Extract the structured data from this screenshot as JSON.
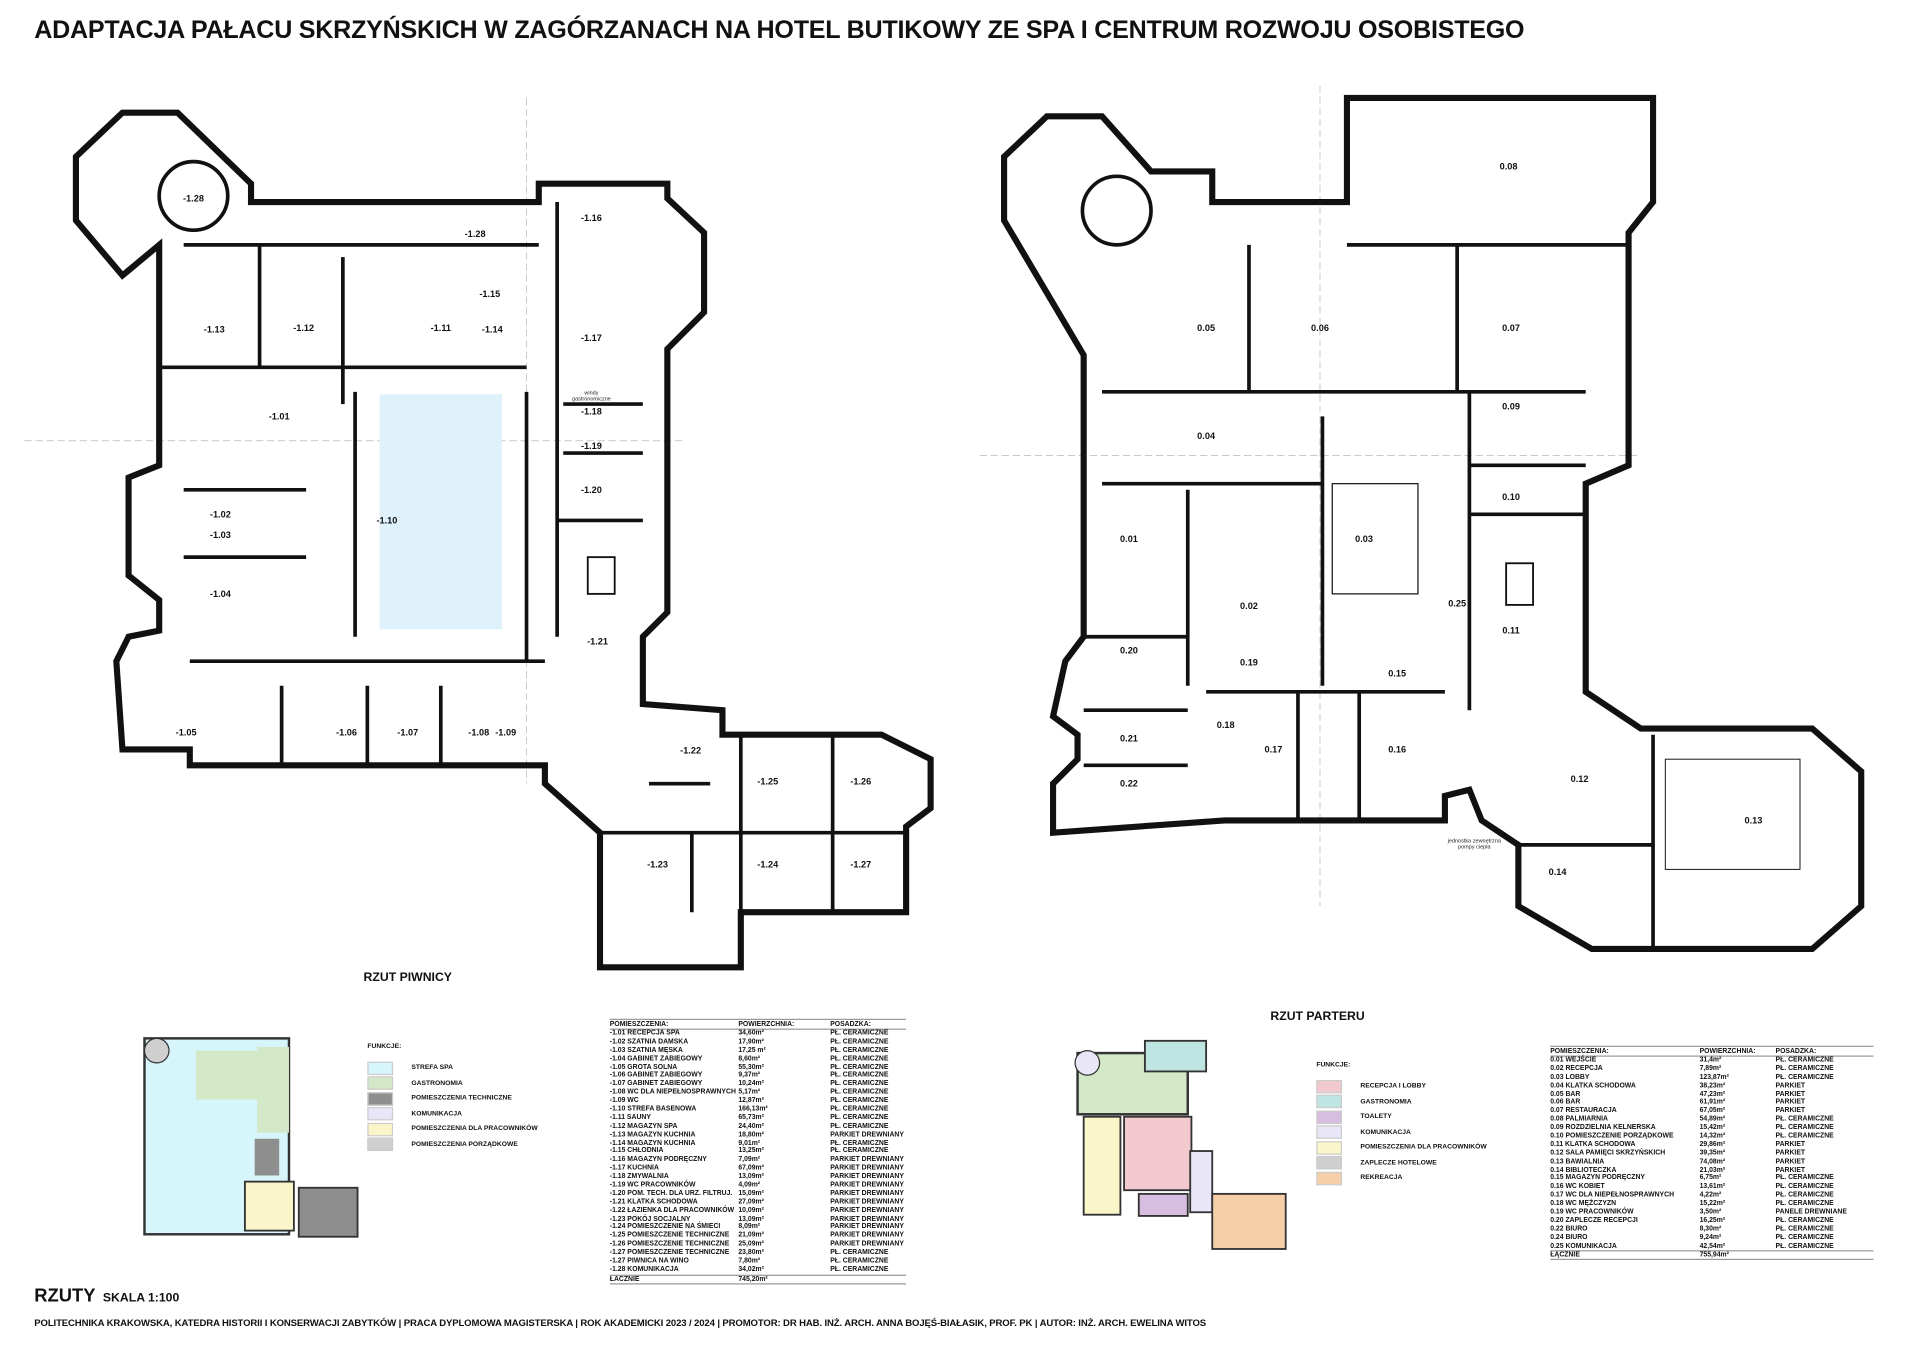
{
  "title": "ADAPTACJA PAŁACU SKRZYŃSKICH W ZAGÓRZANACH NA HOTEL BUTIKOWY ZE SPA I CENTRUM ROZWOJU OSOBISTEGO",
  "basement": {
    "plan_title": "RZUT PIWNICY",
    "rooms": [
      "-1.28",
      "-1.28",
      "-1.16",
      "-1.15",
      "-1.13",
      "-1.12",
      "-1.11",
      "-1.14",
      "-1.17",
      "-1.01",
      "-1.18",
      "-1.19",
      "-1.02",
      "-1.20",
      "-1.03",
      "-1.10",
      "-1.04",
      "-1.21",
      "-1.05",
      "-1.06",
      "-1.07",
      "-1.08",
      "-1.09",
      "-1.22",
      "-1.25",
      "-1.26",
      "-1.23",
      "-1.24",
      "-1.27"
    ],
    "note": "windy gastronomiczne",
    "legend": {
      "heading": "FUNKCJE:",
      "items": [
        {
          "label": "STREFA SPA",
          "color": "#d6f6fb"
        },
        {
          "label": "GASTRONOMIA",
          "color": "#d3e8c6"
        },
        {
          "label": "POMIESZCZENIA TECHNICZNE",
          "color": "#8e8e8e"
        },
        {
          "label": "KOMUNIKACJA",
          "color": "#e8e6f7"
        },
        {
          "label": "POMIESZCZENIA DLA PRACOWNIKÓW",
          "color": "#fbf6c9"
        },
        {
          "label": "POMIESZCZENIA PORZĄDKOWE",
          "color": "#cfcfcf"
        }
      ]
    },
    "table": {
      "headers": [
        "POMIESZCZENIA:",
        "POWIERZCHNIA:",
        "POSADZKA:"
      ],
      "rows": [
        [
          "-1.01 RECEPCJA SPA",
          "34,60m²",
          "PŁ. CERAMICZNE"
        ],
        [
          "-1.02 SZATNIA DAMSKA",
          "17,90m²",
          "PŁ. CERAMICZNE"
        ],
        [
          "-1.03 SZATNIA MĘSKA",
          "17,25 m²",
          "PŁ. CERAMICZNE"
        ],
        [
          "-1.04 GABINET ZABIEGOWY",
          "8,60m²",
          "PŁ. CERAMICZNE"
        ],
        [
          "-1.05 GROTA SOLNA",
          "55,30m²",
          "PŁ. CERAMICZNE"
        ],
        [
          "-1.06 GABINET ZABIEGOWY",
          "9,37m²",
          "PŁ. CERAMICZNE"
        ],
        [
          "-1.07 GABINET ZABIEGOWY",
          "10,24m²",
          "PŁ. CERAMICZNE"
        ],
        [
          "-1.08 WC DLA NIEPEŁNOSPRAWNYCH",
          "5,17m²",
          "PŁ. CERAMICZNE"
        ],
        [
          "-1.09 WC",
          "12,87m²",
          "PŁ. CERAMICZNE"
        ],
        [
          "-1.10 STREFA BASENOWA",
          "166,13m²",
          "PŁ. CERAMICZNE"
        ],
        [
          "-1.11 SAUNY",
          "65,73m²",
          "PŁ. CERAMICZNE"
        ],
        [
          "-1.12 MAGAZYN SPA",
          "24,40m²",
          "PŁ. CERAMICZNE"
        ],
        [
          "-1.13 MAGAZYN KUCHNIA",
          "18,80m²",
          "PARKIET DREWNIANY"
        ],
        [
          "-1.14 MAGAZYN KUCHNIA",
          "9,01m²",
          "PŁ. CERAMICZNE"
        ],
        [
          "-1.15 CHŁODNIA",
          "13,25m²",
          "PŁ. CERAMICZNE"
        ],
        [
          "-1.16 MAGAZYN PODRĘCZNY",
          "7,09m²",
          "PARKIET DREWNIANY"
        ],
        [
          "-1.17 KUCHNIA",
          "67,09m²",
          "PARKIET DREWNIANY"
        ],
        [
          "-1.18 ZMYWALNIA",
          "13,09m²",
          "PARKIET DREWNIANY"
        ],
        [
          "-1.19 WC PRACOWNIKÓW",
          "4,09m²",
          "PARKIET DREWNIANY"
        ],
        [
          "-1.20 POM. TECH. DLA URZ. FILTRUJ.",
          "15,09m²",
          "PARKIET DREWNIANY"
        ],
        [
          "-1.21 KLATKA SCHODOWA",
          "27,09m²",
          "PARKIET DREWNIANY"
        ],
        [
          "-1.22 ŁAZIENKA DLA PRACOWNIKÓW",
          "10,09m²",
          "PARKIET DREWNIANY"
        ],
        [
          "-1.23 POKÓJ SOCJALNY",
          "13,09m²",
          "PARKIET DREWNIANY"
        ],
        [
          "-1.24 POMIESZCZENIE NA ŚMIECI",
          "8,09m²",
          "PARKIET DREWNIANY"
        ],
        [
          "-1.25 POMIESZCZENIE TECHNICZNE",
          "21,09m²",
          "PARKIET DREWNIANY"
        ],
        [
          "-1.26 POMIESZCZENIE TECHNICZNE",
          "25,09m²",
          "PARKIET DREWNIANY"
        ],
        [
          "-1.27 POMIESZCZENIE TECHNICZNE",
          "23,80m²",
          "PŁ. CERAMICZNE"
        ],
        [
          "-1.27 PIWNICA NA WINO",
          "7,80m²",
          "PŁ. CERAMICZNE"
        ],
        [
          "-1.28 KOMUNIKACJA",
          "34,02m²",
          "PŁ. CERAMICZNE"
        ]
      ],
      "total": [
        "ŁACZNIE",
        "745,20m²"
      ]
    }
  },
  "ground": {
    "plan_title": "RZUT PARTERU",
    "rooms": [
      "0.08",
      "0.05",
      "0.06",
      "0.07",
      "0.09",
      "0.04",
      "0.10",
      "0.01",
      "0.03",
      "0.02",
      "0.25",
      "0.11",
      "0.20",
      "0.19",
      "0.15",
      "0.18",
      "0.17",
      "0.16",
      "0.21",
      "0.22",
      "0.12",
      "0.13",
      "0.14"
    ],
    "note": "jednostka zewnętrzna pompy ciepła",
    "legend": {
      "heading": "FUNKCJE:",
      "items": [
        {
          "label": "RECEPCJA I LOBBY",
          "color": "#f2c9cf"
        },
        {
          "label": "GASTRONOMIA",
          "color": "#bfe5e3"
        },
        {
          "label": "TOALETY",
          "color": "#d7bde0"
        },
        {
          "label": "KOMUNIKACJA",
          "color": "#e8e6f7"
        },
        {
          "label": "POMIESZCZENIA DLA PRACOWNIKÓW",
          "color": "#fbf6c9"
        },
        {
          "label": "ZAPLECZE HOTELOWE",
          "color": "#cfcfcf"
        },
        {
          "label": "REKREACJA",
          "color": "#f5cfa8"
        }
      ]
    },
    "table": {
      "headers": [
        "POMIESZCZENIA:",
        "POWIERZCHNIA:",
        "POSADZKA:"
      ],
      "rows": [
        [
          "0.01 WEJŚCIE",
          "31,4m²",
          "PŁ. CERAMICZNE"
        ],
        [
          "0.02 RECEPCJA",
          "7,89m²",
          "PŁ. CERAMICZNE"
        ],
        [
          "0.03 LOBBY",
          "123,87m²",
          "PŁ. CERAMICZNE"
        ],
        [
          "0.04 KLATKA SCHODOWA",
          "38,23m²",
          "PARKIET"
        ],
        [
          "0.05 BAR",
          "47,23m²",
          "PARKIET"
        ],
        [
          "0.06 BAR",
          "61,91m²",
          "PARKIET"
        ],
        [
          "0.07 RESTAURACJA",
          "67,05m²",
          "PARKIET"
        ],
        [
          "0.08 PALMIARNIA",
          "54,89m²",
          "PŁ. CERAMICZNE"
        ],
        [
          "0.09 ROZDZIELNIA KELNERSKA",
          "15,42m²",
          "PŁ. CERAMICZNE"
        ],
        [
          "0.10 POMIESZCZENIE PORZĄDKOWE",
          "14,32m²",
          "PŁ. CERAMICZNE"
        ],
        [
          "0.11 KLATKA SCHODOWA",
          "29,86m²",
          "PARKIET"
        ],
        [
          "0.12 SALA PAMIĘCI SKRZYŃSKICH",
          "39,35m²",
          "PARKIET"
        ],
        [
          "0.13 BAWIALNIA",
          "74,08m²",
          "PARKIET"
        ],
        [
          "0.14 BIBLIOTECZKA",
          "21,03m²",
          "PARKIET"
        ],
        [
          "0.15 MAGAZYN PODRĘCZNY",
          "6,75m²",
          "PŁ. CERAMICZNE"
        ],
        [
          "0.16 WC KOBIET",
          "13,61m²",
          "PŁ. CERAMICZNE"
        ],
        [
          "0.17 WC DLA NIEPEŁNOSPRAWNYCH",
          "4,22m²",
          "PŁ. CERAMICZNE"
        ],
        [
          "0.18 WC MĘŻCZYZN",
          "15,22m²",
          "PŁ. CERAMICZNE"
        ],
        [
          "0.19 WC PRACOWNIKÓW",
          "3,50m²",
          "PANELE DREWNIANE"
        ],
        [
          "0.20 ZAPLECZE RECEPCJI",
          "16,25m²",
          "PŁ. CERAMICZNE"
        ],
        [
          "0.22 BIURO",
          "8,30m²",
          "PŁ. CERAMICZNE"
        ],
        [
          "0.24 BIURO",
          "9,24m²",
          "PŁ. CERAMICZNE"
        ],
        [
          "0.25 KOMUNIKACJA",
          "42,54m²",
          "PŁ. CERAMICZNE"
        ]
      ],
      "total": [
        "ŁĄCZNIE",
        "755,94m²"
      ]
    }
  },
  "scale": {
    "heading": "RZUTY",
    "value": "SKALA 1:100"
  },
  "footer": "POLITECHNIKA KRAKOWSKA,  KATEDRA HISTORII I KONSERWACJI ZABYTKÓW  |  PRACA DYPLOMOWA MAGISTERSKA  |  ROK AKADEMICKI 2023 / 2024 | PROMOTOR: DR HAB. INŻ. ARCH. ANNA BOJĘŚ-BIAŁASIK, PROF. PK  |  AUTOR: INŻ. ARCH. EWELINA WITOS"
}
